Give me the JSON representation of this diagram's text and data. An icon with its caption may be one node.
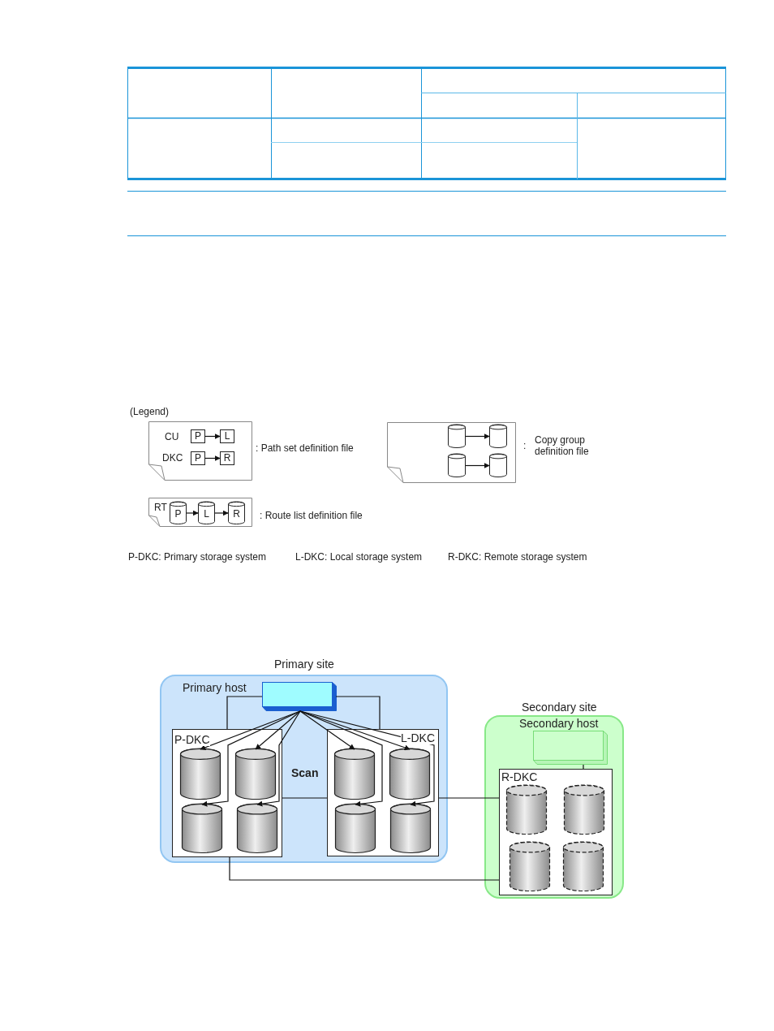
{
  "diagram": {
    "nodes": [
      {
        "text": [
          "CU",
          "DKC"
        ],
        "beside": [
          ": Path set definition file"
        ]
      },
      {
        "text": [
          "P"
        ],
        "in": 0
      },
      {
        "text": [
          "L"
        ],
        "in": 0
      },
      {
        "text": [
          "P"
        ],
        "in": 0
      },
      {
        "text": [
          "R"
        ],
        "in": 0
      },
      {
        "text": [],
        "shape": "document",
        "beside": [
          ":",
          "Copy group definition file"
        ]
      },
      {
        "text": [],
        "shape": "cylinder",
        "in": 5
      },
      {
        "text": [],
        "shape": "cylinder",
        "in": 5
      },
      {
        "text": [],
        "shape": "cylinder",
        "in": 5
      },
      {
        "text": [],
        "shape": "cylinder",
        "in": 5
      },
      {
        "text": [
          "RT"
        ],
        "beside": [
          ": Route list definition file"
        ]
      },
      {
        "text": [
          "P"
        ],
        "in": 10
      },
      {
        "text": [
          "L"
        ],
        "in": 10
      },
      {
        "text": [
          "R"
        ],
        "in": 10
      },
      {
        "text": [
          "Primary site",
          "Primary host"
        ]
      },
      {
        "text": [],
        "shape": "box",
        "in": 14
      },
      {
        "text": [
          "P-DKC"
        ],
        "in": 14
      },
      {
        "text": [],
        "shape": "cylinder",
        "in": 16
      },
      {
        "text": [],
        "shape": "cylinder",
        "in": 16
      },
      {
        "text": [],
        "shape": "cylinder",
        "in": 16
      },
      {
        "text": [],
        "shape": "cylinder",
        "in": 16
      },
      {
        "text": [
          "L-DKC"
        ],
        "in": 14
      },
      {
        "text": [],
        "shape": "cylinder",
        "in": 21
      },
      {
        "text": [],
        "shape": "cylinder",
        "in": 21
      },
      {
        "text": [],
        "shape": "cylinder",
        "in": 21
      },
      {
        "text": [],
        "shape": "cylinder",
        "in": 21
      },
      {
        "text": [
          "Secondary site",
          "Secondary host"
        ]
      },
      {
        "text": [],
        "shape": "box",
        "in": 26
      },
      {
        "text": [
          "R-DKC"
        ],
        "in": 26
      },
      {
        "text": [],
        "shape": "cylinder",
        "in": 28
      },
      {
        "text": [],
        "shape": "cylinder",
        "in": 28
      },
      {
        "text": [],
        "shape": "cylinder",
        "in": 28
      },
      {
        "text": [],
        "shape": "cylinder",
        "in": 28
      }
    ],
    "edges": [
      {
        "from": 1,
        "to": 2,
        "arrow": "to"
      },
      {
        "from": 3,
        "to": 4,
        "arrow": "to"
      },
      {
        "from": 6,
        "to": 7,
        "arrow": "to"
      },
      {
        "from": 8,
        "to": 9,
        "arrow": "to"
      },
      {
        "from": 11,
        "to": 12,
        "arrow": "to"
      },
      {
        "from": 12,
        "to": 13,
        "arrow": "to"
      },
      {
        "from": 15,
        "to": 17,
        "arrow": "to"
      },
      {
        "from": 15,
        "to": 18,
        "arrow": "to"
      },
      {
        "from": 15,
        "to": 19,
        "arrow": "to"
      },
      {
        "from": 15,
        "to": 20,
        "arrow": "to"
      },
      {
        "from": 15,
        "to": 22,
        "arrow": "to"
      },
      {
        "from": 15,
        "to": 23,
        "arrow": "to"
      },
      {
        "from": 15,
        "to": 24,
        "arrow": "to"
      },
      {
        "from": 15,
        "to": 25,
        "arrow": "to"
      },
      {
        "from": 15,
        "to": 16,
        "arrow": "none"
      },
      {
        "from": 15,
        "to": 21,
        "arrow": "none"
      },
      {
        "from": 16,
        "to": 21,
        "arrow": "none"
      },
      {
        "from": 21,
        "to": 28,
        "arrow": "none"
      },
      {
        "from": 16,
        "to": 28,
        "arrow": "none"
      },
      {
        "from": 27,
        "to": 28,
        "arrow": "none"
      }
    ],
    "labels": [
      "(Legend)",
      "P-DKC: Primary storage system",
      "L-DKC: Local storage system",
      "R-DKC: Remote storage system",
      "Scan"
    ]
  }
}
